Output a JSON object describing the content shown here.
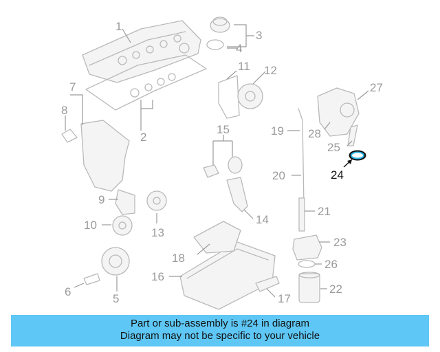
{
  "callouts": {
    "c1": "1",
    "c2": "2",
    "c3": "3",
    "c4": "4",
    "c5": "5",
    "c6": "6",
    "c7": "7",
    "c8": "8",
    "c9": "9",
    "c10": "10",
    "c11": "11",
    "c12": "12",
    "c13": "13",
    "c14": "14",
    "c15": "15",
    "c16": "16",
    "c17": "17",
    "c18": "18",
    "c19": "19",
    "c20": "20",
    "c21": "21",
    "c22": "22",
    "c23": "23",
    "c24": "24",
    "c25": "25",
    "c26": "26",
    "c27": "27",
    "c28": "28"
  },
  "highlight": {
    "part": "24",
    "ring_color": "#2fb3e6"
  },
  "banner": {
    "line1": "Part or sub-assembly is #24 in diagram",
    "line2": "Diagram may not be specific to your vehicle",
    "background": "#5ec7f5"
  }
}
